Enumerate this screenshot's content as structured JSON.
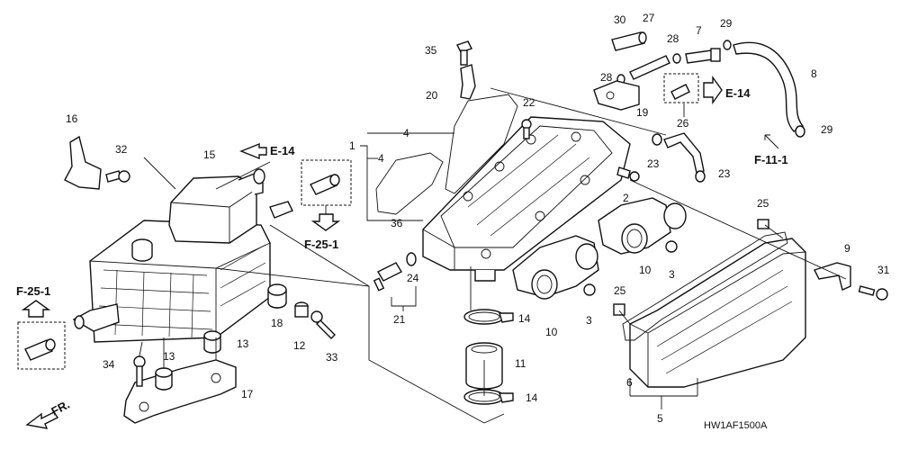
{
  "diagram": {
    "callouts": [
      {
        "id": "c1",
        "text": "1"
      },
      {
        "id": "c2",
        "text": "2"
      },
      {
        "id": "c3a",
        "text": "3"
      },
      {
        "id": "c3b",
        "text": "3"
      },
      {
        "id": "c4a",
        "text": "4"
      },
      {
        "id": "c4b",
        "text": "4"
      },
      {
        "id": "c5",
        "text": "5"
      },
      {
        "id": "c6",
        "text": "6"
      },
      {
        "id": "c7",
        "text": "7"
      },
      {
        "id": "c8",
        "text": "8"
      },
      {
        "id": "c9",
        "text": "9"
      },
      {
        "id": "c10a",
        "text": "10"
      },
      {
        "id": "c10b",
        "text": "10"
      },
      {
        "id": "c11",
        "text": "11"
      },
      {
        "id": "c12",
        "text": "12"
      },
      {
        "id": "c13a",
        "text": "13"
      },
      {
        "id": "c13b",
        "text": "13"
      },
      {
        "id": "c14a",
        "text": "14"
      },
      {
        "id": "c14b",
        "text": "14"
      },
      {
        "id": "c15",
        "text": "15"
      },
      {
        "id": "c16",
        "text": "16"
      },
      {
        "id": "c17",
        "text": "17"
      },
      {
        "id": "c18",
        "text": "18"
      },
      {
        "id": "c19",
        "text": "19"
      },
      {
        "id": "c20",
        "text": "20"
      },
      {
        "id": "c21",
        "text": "21"
      },
      {
        "id": "c22",
        "text": "22"
      },
      {
        "id": "c23a",
        "text": "23"
      },
      {
        "id": "c23b",
        "text": "23"
      },
      {
        "id": "c24",
        "text": "24"
      },
      {
        "id": "c25a",
        "text": "25"
      },
      {
        "id": "c25b",
        "text": "25"
      },
      {
        "id": "c26",
        "text": "26"
      },
      {
        "id": "c27",
        "text": "27"
      },
      {
        "id": "c28a",
        "text": "28"
      },
      {
        "id": "c28b",
        "text": "28"
      },
      {
        "id": "c29a",
        "text": "29"
      },
      {
        "id": "c29b",
        "text": "29"
      },
      {
        "id": "c30",
        "text": "30"
      },
      {
        "id": "c31",
        "text": "31"
      },
      {
        "id": "c32",
        "text": "32"
      },
      {
        "id": "c33",
        "text": "33"
      },
      {
        "id": "c34",
        "text": "34"
      },
      {
        "id": "c35",
        "text": "35"
      },
      {
        "id": "c36",
        "text": "36"
      }
    ],
    "section_refs": {
      "e14_left": "E-14",
      "e14_right": "E-14",
      "f25_center": "F-25-1",
      "f25_left": "F-25-1",
      "f11": "F-11-1"
    },
    "front_indicator": "FR.",
    "diagram_code": "HW1AF1500A"
  }
}
